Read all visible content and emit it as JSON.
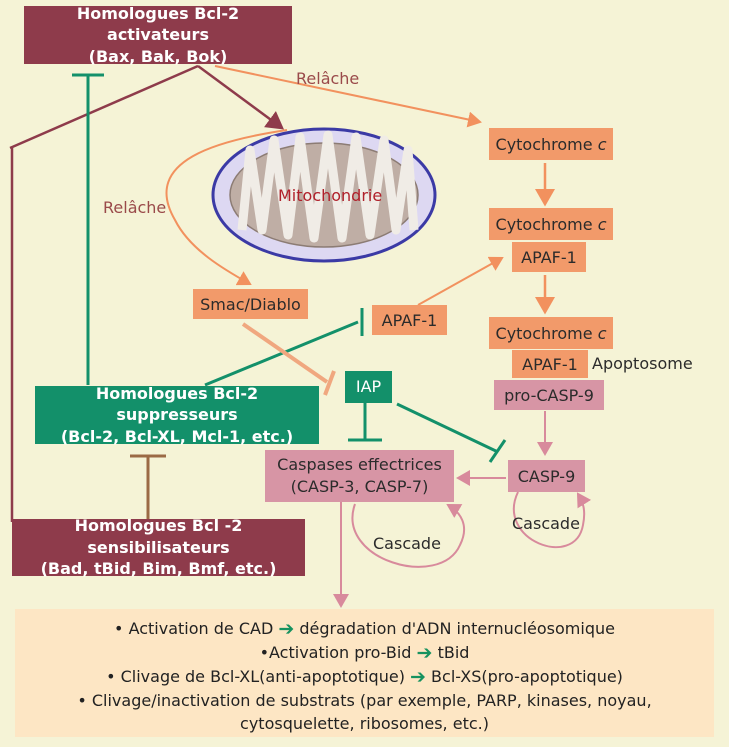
{
  "activators": {
    "line1": "Homologues Bcl-2 activateurs",
    "line2": "(Bax, Bak, Bok)"
  },
  "suppressors": {
    "line1": "Homologues Bcl-2 suppresseurs",
    "line2": "(Bcl-2, Bcl-XL, Mcl-1, etc.)"
  },
  "sensitizers": {
    "line1": "Homologues Bcl -2 sensibilisateurs",
    "line2": "(Bad, tBid, Bim, Bmf, etc.)"
  },
  "mitochondria": "Mitochondrie",
  "release_top": "Relâche",
  "release_left": "Relâche",
  "cytochrome": "Cytochrome ",
  "cytochrome_c": "c",
  "apaf1": "APAF-1",
  "smac": "Smac/Diablo",
  "iap": "IAP",
  "apoptosome": "Apoptosome",
  "procasp9": "pro-CASP-9",
  "casp9": "CASP-9",
  "effector": {
    "line1": "Caspases effectrices",
    "line2": "(CASP-3, CASP-7)"
  },
  "cascade": "Cascade",
  "colors": {
    "maroon": "#8e3b4b",
    "green": "#13906a",
    "orange": "#f29a6a",
    "pink": "#d795a5",
    "brown": "#9b6a45"
  },
  "bottom": {
    "l1a": "• Activation de CAD",
    "l1b": "dégradation d'ADN internucléosomique",
    "l2a": "•Activation pro-Bid",
    "l2b": "tBid",
    "l3a": "• Clivage de Bcl-XL(anti-apoptotique)",
    "l3b": "Bcl-XS(pro-apoptotique)",
    "l4": "• Clivage/inactivation de substrats (par exemple, PARP, kinases, noyau,",
    "l5": "cytosquelette, ribosomes, etc.)",
    "arrow": "➔"
  }
}
